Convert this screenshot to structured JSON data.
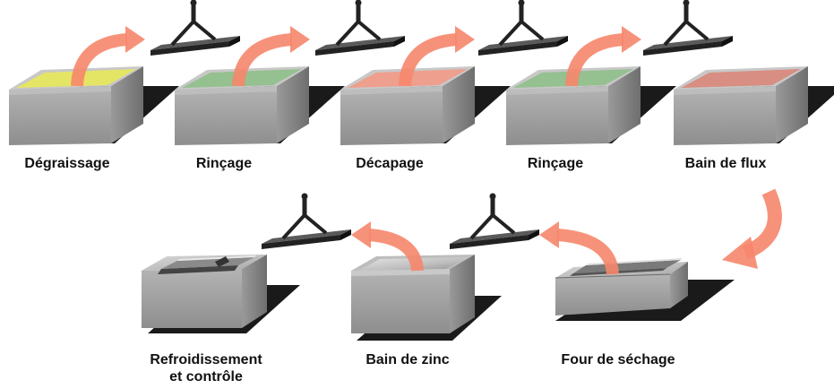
{
  "steps": [
    {
      "label": "Dégraissage",
      "liquid_color": "#e8e85a"
    },
    {
      "label": "Rinçage",
      "liquid_color": "#8fbf8a"
    },
    {
      "label": "Décapage",
      "liquid_color": "#f29a86"
    },
    {
      "label": "Rinçage",
      "liquid_color": "#8fbf8a"
    },
    {
      "label": "Bain de flux",
      "liquid_color": "#d9877a"
    },
    {
      "label": "Four de séchage"
    },
    {
      "label": "Bain de zinc",
      "liquid_color": "#d8d8d8"
    },
    {
      "label_line1": "Refroidissement",
      "label_line2": "et contrôle"
    }
  ],
  "colors": {
    "arrow": "#f6866c",
    "tank_side": "#8c8c8c",
    "tank_front": "#a9a9a9",
    "tank_rim": "#c4c4c4",
    "shadow": "#1a1a1a",
    "hook": "#222222"
  }
}
